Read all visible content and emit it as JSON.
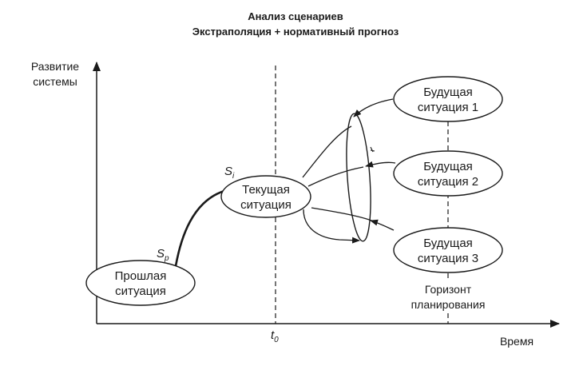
{
  "title": {
    "line1": "Анализ сценариев",
    "line2": "Экстраполяция + нормативный прогноз"
  },
  "y_axis": {
    "line1": "Развитие",
    "line2": "системы"
  },
  "x_axis": {
    "label": "Время"
  },
  "t0": {
    "main": "t",
    "sub": "0"
  },
  "points": {
    "sp": {
      "main": "S",
      "sub": "p"
    },
    "si": {
      "main": "S",
      "sub": "i"
    }
  },
  "nodes": {
    "past": {
      "line1": "Прошлая",
      "line2": "ситуация"
    },
    "current": {
      "line1": "Текущая",
      "line2": "ситуация"
    },
    "future1": {
      "line1": "Будущая",
      "line2": "ситуация 1"
    },
    "future2": {
      "line1": "Будущая",
      "line2": "ситуация 2"
    },
    "future3": {
      "line1": "Будущая",
      "line2": "ситуация 3"
    }
  },
  "horizon": {
    "line1": "Горизонт",
    "line2": "планирования"
  },
  "colors": {
    "ink": "#1a1a1a",
    "background": "#ffffff"
  }
}
